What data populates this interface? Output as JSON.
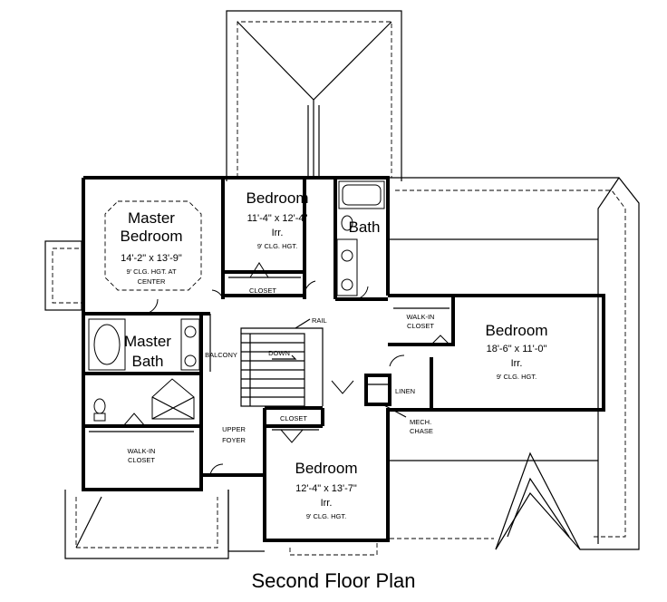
{
  "caption": "Second Floor Plan",
  "rooms": {
    "master_bedroom": {
      "name_line1": "Master",
      "name_line2": "Bedroom",
      "dims": "14'-2\" x 13'-9\"",
      "note_line1": "9' CLG. HGT. AT",
      "note_line2": "CENTER"
    },
    "bedroom_top": {
      "name": "Bedroom",
      "dims": "11'-4\" x 12'-4\"",
      "shape": "Irr.",
      "note": "9' CLG. HGT."
    },
    "bath": {
      "name": "Bath"
    },
    "closet_top": {
      "name": "CLOSET"
    },
    "master_bath": {
      "name_line1": "Master",
      "name_line2": "Bath"
    },
    "balcony": {
      "name": "BALCONY"
    },
    "rail": {
      "name": "RAIL"
    },
    "stair": {
      "name": "DOWN"
    },
    "walkin_closet_right": {
      "line1": "WALK-IN",
      "line2": "CLOSET"
    },
    "bedroom_right": {
      "name": "Bedroom",
      "dims": "18'-6\" x 11'-0\"",
      "shape": "Irr.",
      "note": "9' CLG. HGT."
    },
    "linen": {
      "name": "LINEN"
    },
    "mech_chase": {
      "line1": "MECH.",
      "line2": "CHASE"
    },
    "closet_bottom": {
      "name": "CLOSET"
    },
    "upper_foyer": {
      "line1": "UPPER",
      "line2": "FOYER"
    },
    "walkin_closet_left": {
      "line1": "WALK-IN",
      "line2": "CLOSET"
    },
    "bedroom_bottom": {
      "name": "Bedroom",
      "dims": "12'-4\" x 13'-7\"",
      "shape": "Irr.",
      "note": "9' CLG. HGT."
    }
  }
}
